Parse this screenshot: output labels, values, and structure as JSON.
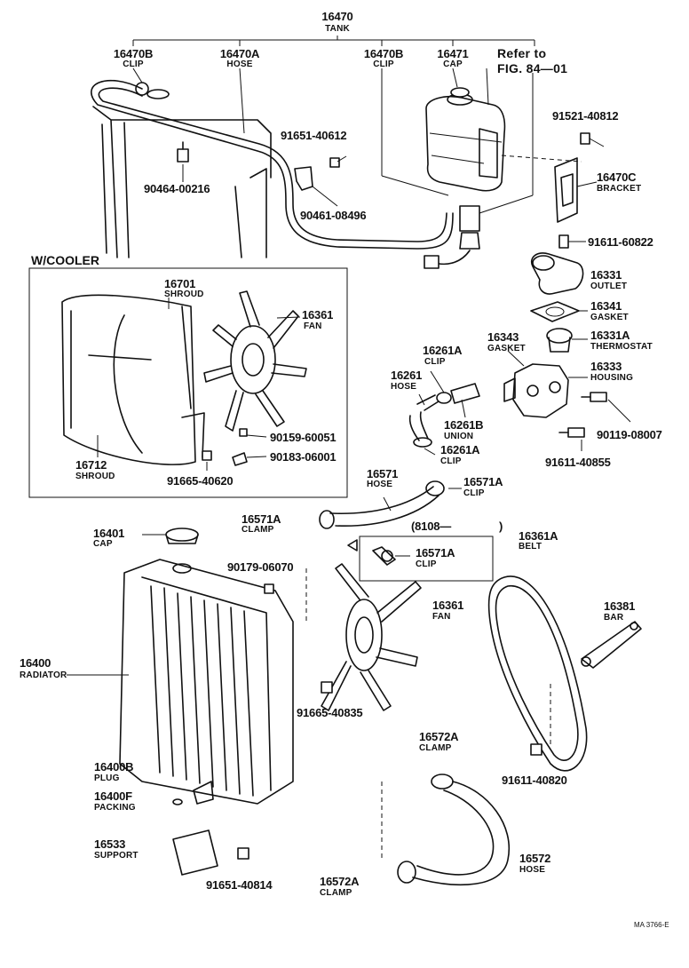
{
  "header": {
    "tank": {
      "number": "16470",
      "name": "TANK"
    },
    "clip_left": {
      "number": "16470B",
      "name": "CLIP"
    },
    "hose_top": {
      "number": "16470A",
      "name": "HOSE"
    },
    "clip_right": {
      "number": "16470B",
      "name": "CLIP"
    },
    "cap_top": {
      "number": "16471",
      "name": "CAP"
    },
    "refer": {
      "line1": "Refer to",
      "line2": "FIG. 84—01"
    }
  },
  "labels": {
    "p91521": "91521-40812",
    "p91651a": "91651-40612",
    "p90464": "90464-00216",
    "p90461": "90461-08496",
    "bracket": {
      "number": "16470C",
      "name": "BRACKET"
    },
    "p91611a": "91611-60822",
    "outlet": {
      "number": "16331",
      "name": "OUTLET"
    },
    "gasket_top": {
      "number": "16341",
      "name": "GASKET"
    },
    "gasket_mid": {
      "number": "16343",
      "name": "GASKET"
    },
    "thermostat": {
      "number": "16331A",
      "name": "THERMOSTAT"
    },
    "housing": {
      "number": "16333",
      "name": "HOUSING"
    },
    "p90119": "90119-08007",
    "p91611b": "91611-40855",
    "clip_16261a_top": {
      "number": "16261A",
      "name": "CLIP"
    },
    "hose_16261": {
      "number": "16261",
      "name": "HOSE"
    },
    "union": {
      "number": "16261B",
      "name": "UNION"
    },
    "clip_16261a_bot": {
      "number": "16261A",
      "name": "CLIP"
    },
    "hose_16571": {
      "number": "16571",
      "name": "HOSE"
    },
    "clip_16571a": {
      "number": "16571A",
      "name": "CLIP"
    },
    "clamp_16571a": {
      "number": "16571A",
      "name": "CLAMP"
    },
    "date": "(8108—",
    "date_end": ")",
    "clip_inset": {
      "number": "16571A",
      "name": "CLIP"
    },
    "cap_rad": {
      "number": "16401",
      "name": "CAP"
    },
    "p90179": "90179-06070",
    "fan_lower": {
      "number": "16361",
      "name": "FAN"
    },
    "radiator": {
      "number": "16400",
      "name": "RADIATOR"
    },
    "p91665b": "91665-40835",
    "belt": {
      "number": "16361A",
      "name": "BELT"
    },
    "bar": {
      "number": "16381",
      "name": "BAR"
    },
    "p91611c": "91611-40820",
    "clamp_16572a_top": {
      "number": "16572A",
      "name": "CLAMP"
    },
    "plug": {
      "number": "16400B",
      "name": "PLUG"
    },
    "packing": {
      "number": "16400F",
      "name": "PACKING"
    },
    "support": {
      "number": "16533",
      "name": "SUPPORT"
    },
    "p91651b": "91651-40814",
    "clamp_16572a_bot": {
      "number": "16572A",
      "name": "CLAMP"
    },
    "hose_16572": {
      "number": "16572",
      "name": "HOSE"
    },
    "code": "MA 3766-E"
  },
  "cooler": {
    "title": "W/COOLER",
    "shroud_top": {
      "number": "16701",
      "name": "SHROUD"
    },
    "fan": {
      "number": "16361",
      "name": "FAN"
    },
    "p90159": "90159-60051",
    "p90183": "90183-06001",
    "shroud_bot": {
      "number": "16712",
      "name": "SHROUD"
    },
    "p91665a": "91665-40620"
  }
}
